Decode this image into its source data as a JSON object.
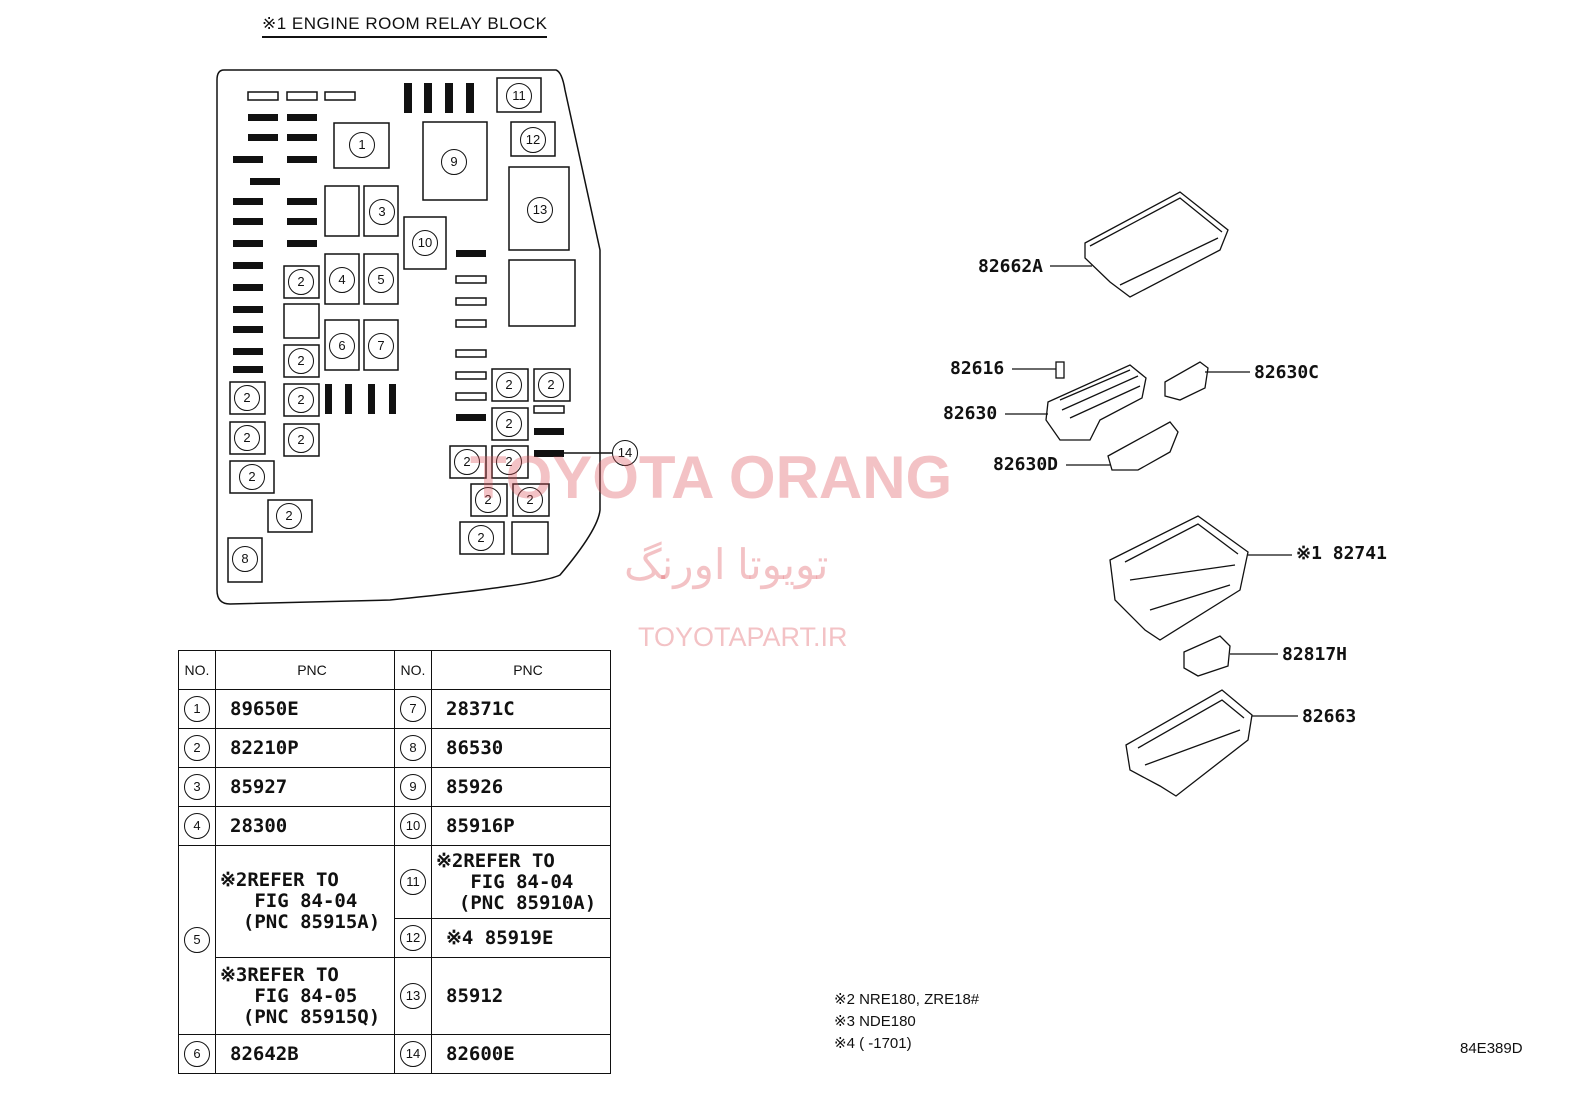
{
  "title": "※1 ENGINE ROOM RELAY BLOCK",
  "figure_code": "84E389D",
  "watermark": {
    "brand": "TOYOTA ORANG",
    "persian": "تویوتا اورنگ",
    "site": "TOYOTAPART.IR"
  },
  "callouts": {
    "c82662A": "82662A",
    "c82616": "82616",
    "c82630C": "82630C",
    "c82630": "82630",
    "c82630D": "82630D",
    "c82741": "※1 82741",
    "c82817H": "82817H",
    "c82663": "82663"
  },
  "notes": {
    "n2": "※2 NRE180, ZRE18#",
    "n3": "※3 NDE180",
    "n4": "※4 (       -1701)"
  },
  "table": {
    "head_no": "NO.",
    "head_pnc": "PNC",
    "rows": [
      {
        "left_no": "1",
        "left_pnc": "89650E",
        "right_no": "7",
        "right_pnc": "28371C"
      },
      {
        "left_no": "2",
        "left_pnc": "82210P",
        "right_no": "8",
        "right_pnc": "86530"
      },
      {
        "left_no": "3",
        "left_pnc": "85927",
        "right_no": "9",
        "right_pnc": "85926"
      },
      {
        "left_no": "4",
        "left_pnc": "28300",
        "right_no": "10",
        "right_pnc": "85916P"
      }
    ],
    "row5": {
      "left_no": "5",
      "left_ref_a": "※2REFER TO\n   FIG 84-04\n  (PNC 85915A)",
      "left_ref_b": "※3REFER TO\n   FIG 84-05\n  (PNC 85915Q)",
      "r11_no": "11",
      "r11_ref": "※2REFER TO\n   FIG 84-04\n  (PNC 85910A)",
      "r12_no": "12",
      "r12_pnc": "※4 85919E",
      "r13_no": "13",
      "r13_pnc": "85912"
    },
    "last": {
      "left_no": "6",
      "left_pnc": "82642B",
      "right_no": "14",
      "right_pnc": "82600E"
    }
  },
  "block_numbers": [
    "1",
    "2",
    "3",
    "4",
    "5",
    "6",
    "7",
    "8",
    "9",
    "10",
    "11",
    "12",
    "13",
    "14"
  ]
}
